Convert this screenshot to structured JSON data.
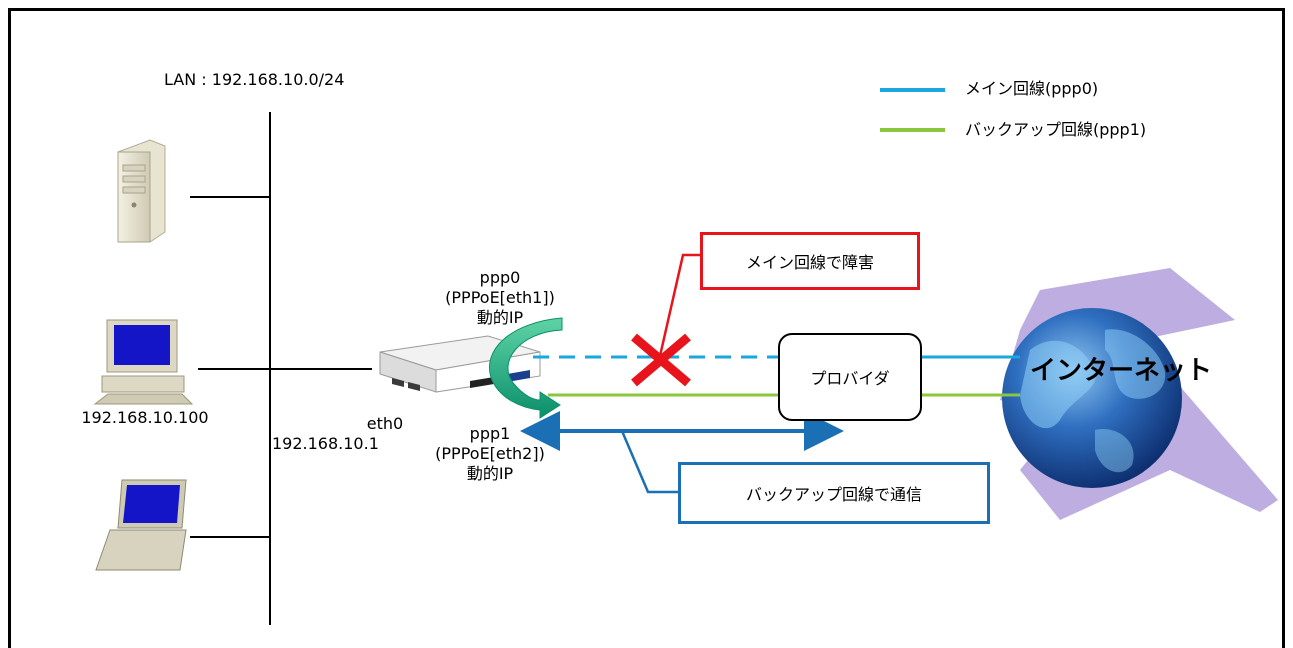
{
  "lan_label": "LAN : 192.168.10.0/24",
  "legend": {
    "main_line": "メイン回線(ppp0)",
    "backup_line": "バックアップ回線(ppp1)",
    "main_color": "#1aa7e0",
    "backup_color": "#8cc63e"
  },
  "client_ip": "192.168.10.100",
  "router": {
    "eth0_name": "eth0",
    "eth0_ip": "192.168.10.1",
    "ppp0_name": "ppp0",
    "ppp0_type": "(PPPoE[eth1])",
    "ppp0_ip": "動的IP",
    "ppp1_name": "ppp1",
    "ppp1_type": "(PPPoE[eth2])",
    "ppp1_ip": "動的IP"
  },
  "callouts": {
    "failure": "メイン回線で障害",
    "backup_comm": "バックアップ回線で通信",
    "failure_color": "#e8141c",
    "backup_color": "#1b6fb5"
  },
  "provider": "プロバイダ",
  "internet": "インターネット"
}
